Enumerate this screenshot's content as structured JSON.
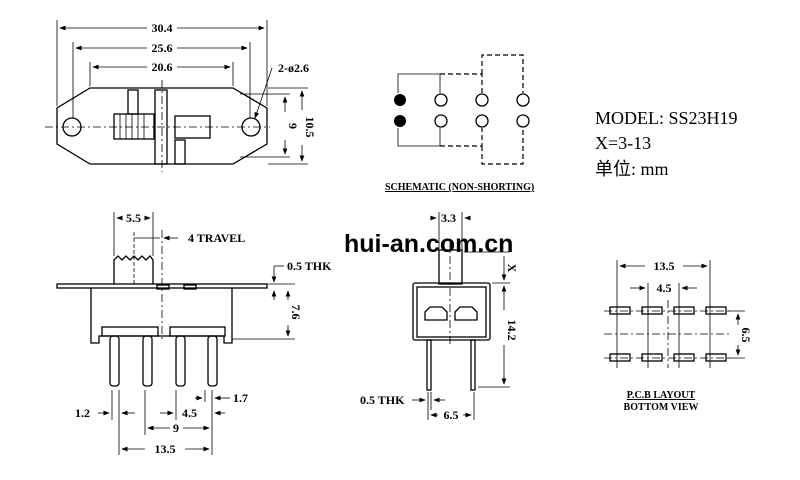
{
  "top_view": {
    "dim_overall": "30.4",
    "dim_holes": "25.6",
    "dim_body": "20.6",
    "dim_holes_dia": "2-ø2.6",
    "dim_height_inner": "9",
    "dim_height_outer": "10.5"
  },
  "schematic": {
    "title": "SCHEMATIC (NON-SHORTING)"
  },
  "info": {
    "model": "MODEL: SS23H19",
    "x_range": "X=3-13",
    "unit": "单位: mm"
  },
  "side_view": {
    "dim_actuator": "5.5",
    "dim_travel": "4 TRAVEL",
    "dim_thk": "0.5 THK",
    "dim_height": "7.6",
    "dim_pin_width": "1.2",
    "dim_pin_width2": "1.7",
    "dim_pitch": "4.5",
    "dim_9": "9",
    "dim_total": "13.5"
  },
  "front_view": {
    "dim_actuator": "3.3",
    "dim_x": "X",
    "dim_height": "14.2",
    "dim_thk": "0.5 THK",
    "dim_row": "6.5"
  },
  "watermark": "hui-an.com.cn",
  "pcb_layout": {
    "dim_total": "13.5",
    "dim_pitch": "4.5",
    "dim_row": "6.5",
    "title": "P.C.B LAYOUT",
    "subtitle": "BOTTOM VIEW"
  }
}
